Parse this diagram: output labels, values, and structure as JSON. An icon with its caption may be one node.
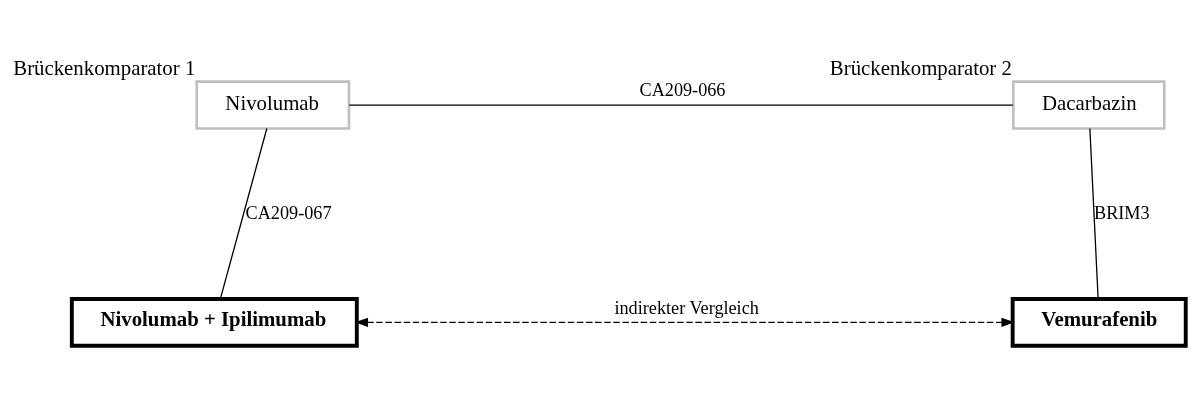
{
  "diagram": {
    "nodes": [
      {
        "text": [
          "Nivolumab"
        ],
        "beside": [
          "Brückenkomparator 1"
        ]
      },
      {
        "text": [
          "Dacarbazin"
        ],
        "beside": [
          "Brückenkomparator 2"
        ]
      },
      {
        "text": [
          "Nivolumab + Ipilimumab"
        ]
      },
      {
        "text": [
          "Vemurafenib"
        ]
      }
    ],
    "edges": [
      {
        "from": 0,
        "to": 1,
        "arrow": "none",
        "label": "CA209-066"
      },
      {
        "from": 0,
        "to": 2,
        "arrow": "none",
        "label": "CA209-067"
      },
      {
        "from": 1,
        "to": 3,
        "arrow": "none",
        "label": "BRIM3"
      },
      {
        "from": 2,
        "to": 3,
        "arrow": "both",
        "label": "indirekter Vergleich",
        "style": "dashed"
      }
    ]
  }
}
